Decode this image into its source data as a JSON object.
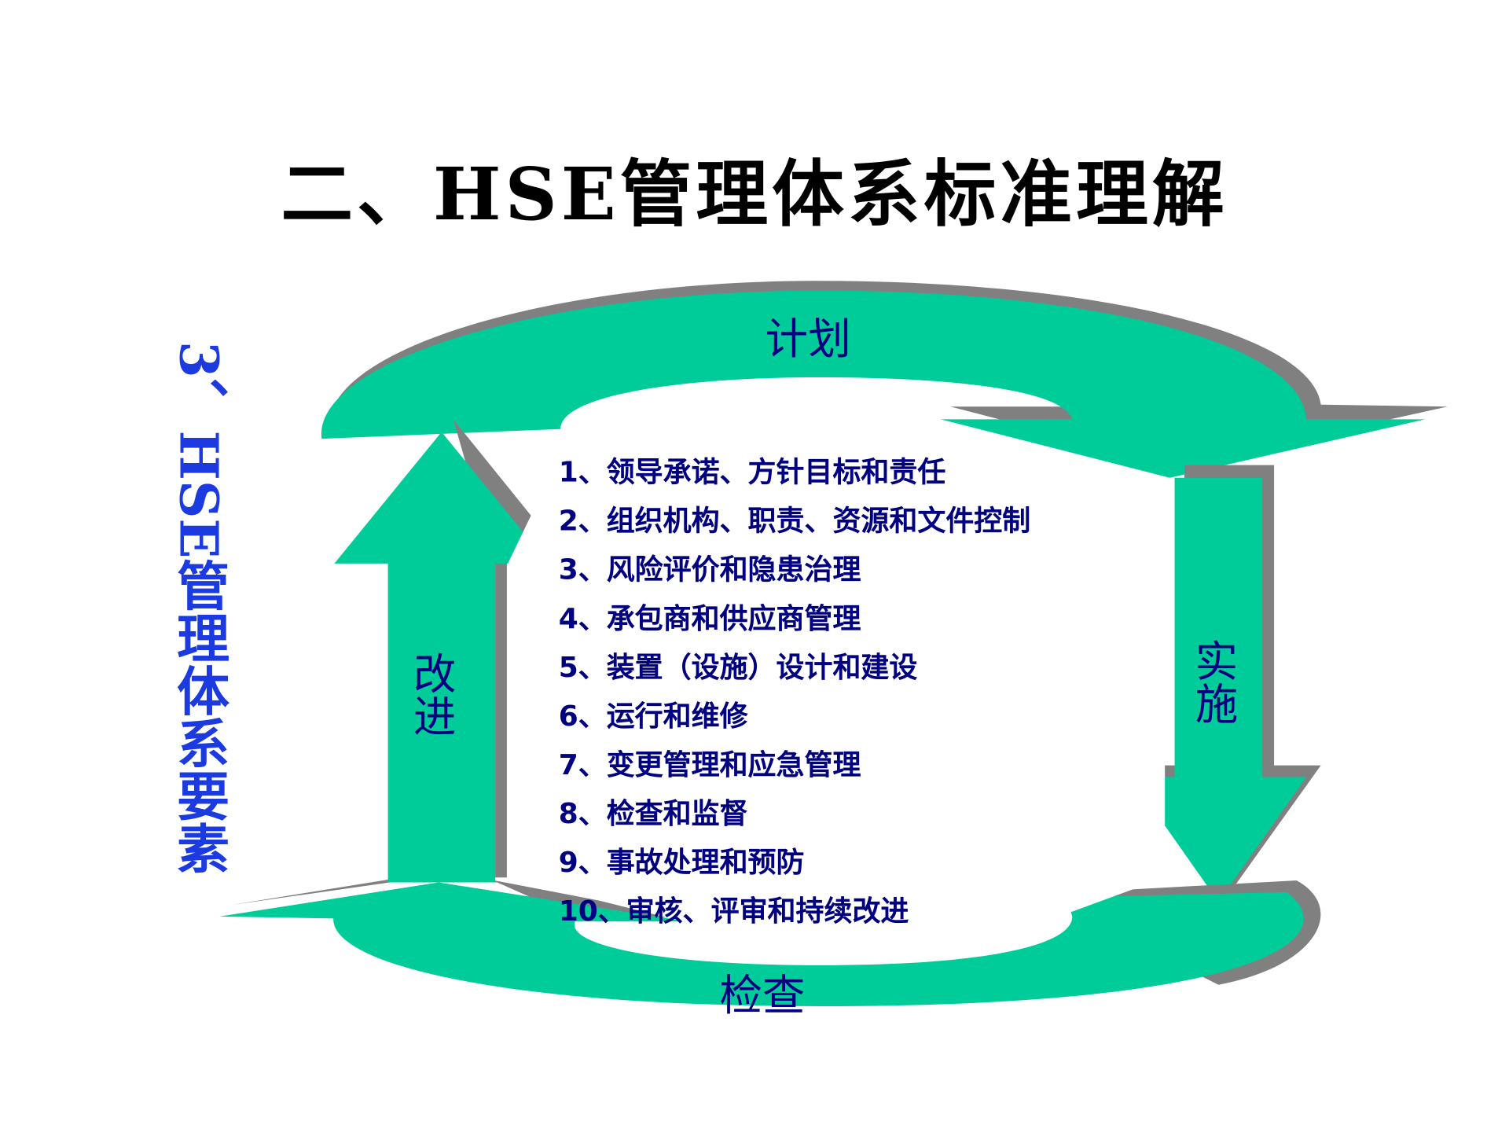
{
  "title": "二、HSE管理体系标准理解",
  "side_title": "3、HSE管理体系要素",
  "cycle": {
    "plan": "计划",
    "do": "实施",
    "check": "检查",
    "act": "改进"
  },
  "elements": [
    "1、领导承诺、方针目标和责任",
    "2、组织机构、职责、资源和文件控制",
    "3、风险评价和隐患治理",
    "4、承包商和供应商管理",
    "5、装置（设施）设计和建设",
    "6、运行和维修",
    "7、变更管理和应急管理",
    "8、检查和监督",
    "9、事故处理和预防",
    "10、审核、评审和持续改进"
  ],
  "colors": {
    "arrow": "#00CC99",
    "shadow": "#808080",
    "text": "#000080",
    "side_title": "#1B3BE0"
  }
}
